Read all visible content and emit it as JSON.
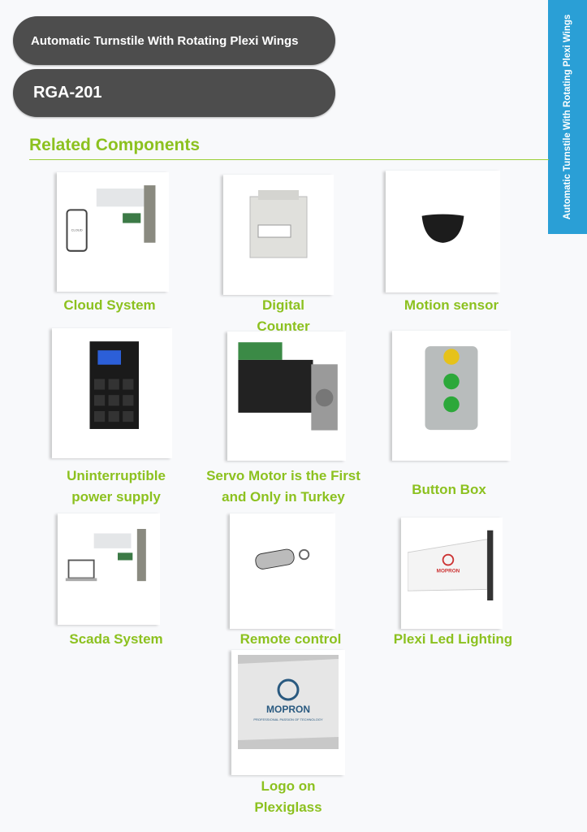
{
  "header": {
    "title": "Automatic Turnstile With Rotating Plexi Wings",
    "model": "RGA-201",
    "side_tab": "Automatic Turnstile With Rotating Plexi Wings"
  },
  "section_title": "Related Components",
  "components": [
    {
      "label": "Cloud System"
    },
    {
      "label_lines": [
        "Digital",
        "Counter"
      ]
    },
    {
      "label": "Motion sensor"
    },
    {
      "label_lines": [
        "Uninterruptible",
        "power supply"
      ]
    },
    {
      "label_lines": [
        "Servo Motor is the First",
        "and Only in Turkey"
      ]
    },
    {
      "label": "Button Box"
    },
    {
      "label": "Scada System"
    },
    {
      "label": "Remote control"
    },
    {
      "label": "Plexi Led Lighting"
    },
    {
      "label_lines": [
        "Logo on",
        "Plexiglass"
      ]
    }
  ],
  "logo": {
    "brand": "MOPRON",
    "tagline": "PROFESSIONAL PASSION OF TECHNOLOGY"
  },
  "colors": {
    "accent_green": "#8cc11f",
    "side_blue": "#2a9fd6",
    "pill_gray": "#4d4d4d"
  }
}
